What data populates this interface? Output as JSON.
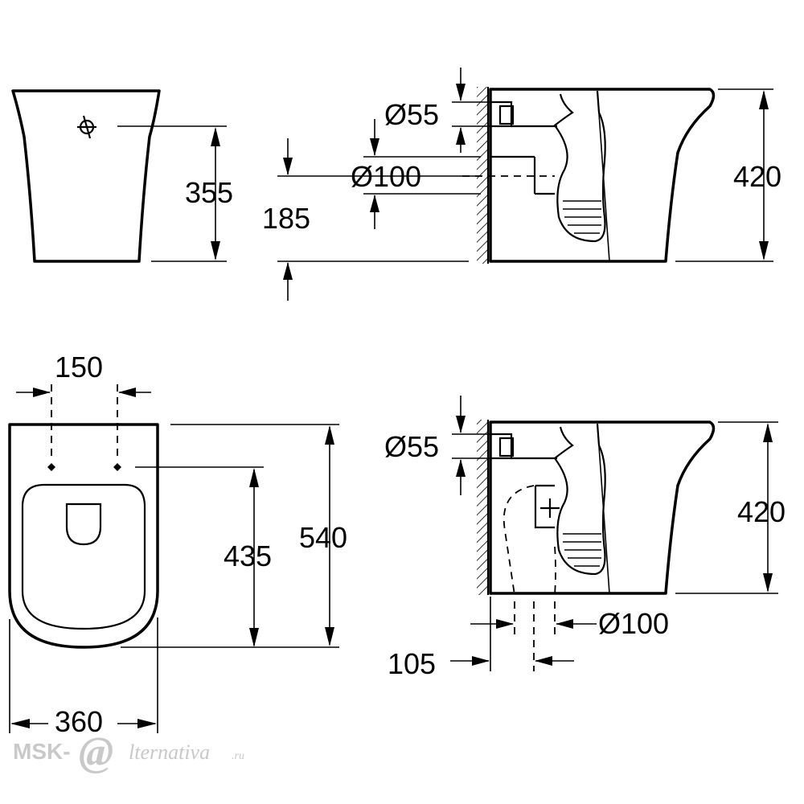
{
  "dimensions": {
    "front_height": "355",
    "outlet_height": "185",
    "inlet_diameter_top": "Ø55",
    "outlet_diameter_top": "Ø100",
    "side_height_top": "420",
    "fixing_spacing": "150",
    "fixing_depth": "435",
    "length": "540",
    "width": "360",
    "inlet_diameter_bottom": "Ø55",
    "side_height_bottom": "420",
    "outlet_diameter_bottom": "Ø100",
    "outlet_offset": "105"
  },
  "watermark": {
    "brand": "MSK-",
    "at_symbol": "@",
    "tail": "lternativa",
    "domain": ".ru"
  }
}
